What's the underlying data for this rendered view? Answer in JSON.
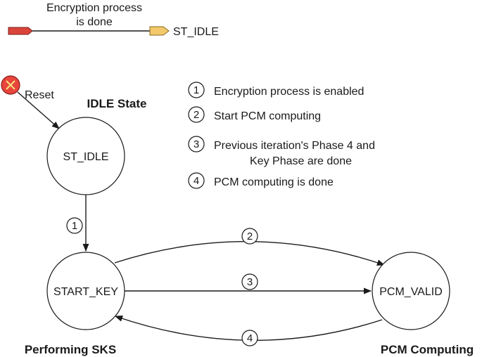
{
  "top_note": {
    "line1": "Encryption process",
    "line2": "is done",
    "target": "ST_IDLE"
  },
  "reset_label": "Reset",
  "states": {
    "idle": {
      "name": "ST_IDLE",
      "caption": "IDLE State"
    },
    "start_key": {
      "name": "START_KEY",
      "caption": "Performing SKS"
    },
    "pcm_valid": {
      "name": "PCM_VALID",
      "caption": "PCM Computing"
    }
  },
  "legend": [
    {
      "num": "1",
      "lines": [
        "Encryption process is enabled"
      ]
    },
    {
      "num": "2",
      "lines": [
        "Start PCM computing"
      ]
    },
    {
      "num": "3",
      "lines": [
        "Previous iteration's Phase 4 and",
        "Key Phase are done"
      ]
    },
    {
      "num": "4",
      "lines": [
        "PCM computing is done"
      ]
    }
  ],
  "transitions": [
    {
      "num": "1",
      "from": "ST_IDLE",
      "to": "START_KEY"
    },
    {
      "num": "2",
      "from": "START_KEY",
      "to": "PCM_VALID"
    },
    {
      "num": "3",
      "from": "START_KEY",
      "to": "PCM_VALID"
    },
    {
      "num": "4",
      "from": "PCM_VALID",
      "to": "START_KEY"
    }
  ],
  "colors": {
    "reset_fill": "#e8453c",
    "reset_cross": "#f6e27a",
    "global_start": "#d9443a",
    "global_target": "#f3c96b",
    "line": "#1a1a1a"
  }
}
